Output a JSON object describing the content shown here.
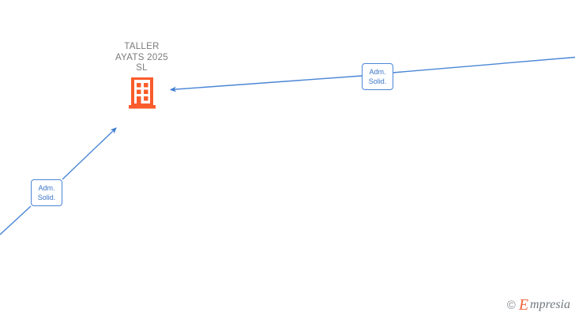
{
  "graph": {
    "background_color": "#ffffff",
    "company": {
      "name_lines": "TALLER\nAYATS 2025\nSL",
      "label_color": "#7b7b7b",
      "icon_name": "building-icon",
      "icon_color": "#fa5c2b"
    },
    "edges": [
      {
        "id": "edge-right",
        "label": {
          "line1": "Adm.",
          "line2": "Solid."
        },
        "color": "#4a86d6",
        "direction": "incoming",
        "arrow_at": "company"
      },
      {
        "id": "edge-left",
        "label": {
          "line1": "Adm.",
          "line2": "Solid."
        },
        "color": "#4a86d6",
        "direction": "incoming",
        "arrow_at": "company"
      }
    ],
    "watermark": {
      "copyright": "©",
      "brand_initial": "E",
      "brand_rest": "mpresia",
      "initial_color": "#f0643c",
      "text_color": "#73797f"
    }
  }
}
